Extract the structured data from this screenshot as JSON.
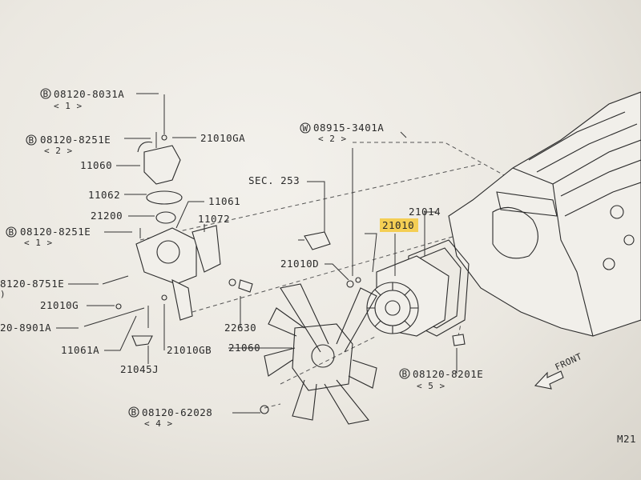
{
  "callouts": {
    "b_8031a": {
      "code": "08120-8031A",
      "qty": "< 1 >",
      "prefix": "B"
    },
    "b_8251e_2": {
      "code": "08120-8251E",
      "qty": "< 2 >",
      "prefix": "B"
    },
    "p11060": {
      "code": "11060"
    },
    "p21010ga": {
      "code": "21010GA"
    },
    "p11062": {
      "code": "11062"
    },
    "p21200": {
      "code": "21200"
    },
    "p11061": {
      "code": "11061"
    },
    "p11072": {
      "code": "11072"
    },
    "b_8251e_1": {
      "code": "08120-8251E",
      "qty": "< 1 >",
      "prefix": "B"
    },
    "b_8751e": {
      "code": "8120-8751E",
      "qty": ")"
    },
    "p21010g": {
      "code": "21010G"
    },
    "b_8901a": {
      "code": "20-8901A"
    },
    "p11061a": {
      "code": "11061A"
    },
    "p21010gb": {
      "code": "21010GB"
    },
    "p21045j": {
      "code": "21045J"
    },
    "w_3401a": {
      "code": "08915-3401A",
      "qty": "< 2 >",
      "prefix": "W"
    },
    "sec253": {
      "code": "SEC. 253"
    },
    "p21010d": {
      "code": "21010D"
    },
    "p21014": {
      "code": "21014"
    },
    "p21010": {
      "code": "21010"
    },
    "p22630": {
      "code": "22630"
    },
    "p21060": {
      "code": "21060"
    },
    "b_8201e": {
      "code": "08120-8201E",
      "qty": "< 5 >",
      "prefix": "B"
    },
    "b_62028": {
      "code": "08120-62028",
      "qty": "< 4 >",
      "prefix": "B"
    },
    "front": {
      "code": "FRONT"
    },
    "sheet": {
      "code": "M21"
    }
  },
  "colors": {
    "highlight": "#f5c93a",
    "ink": "#2b2b2b",
    "paper": "#f1efea"
  }
}
